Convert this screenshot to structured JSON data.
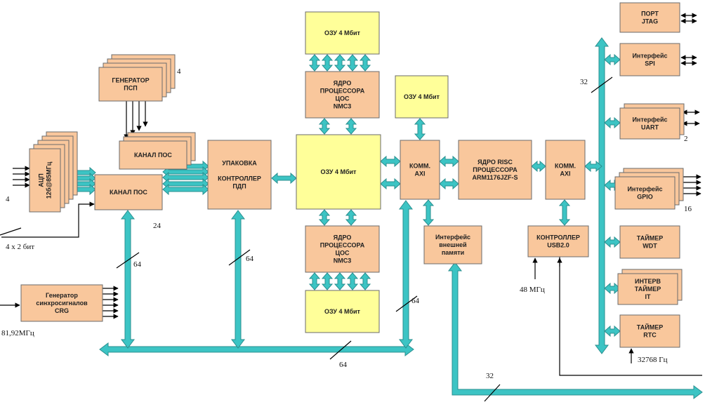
{
  "colors": {
    "block_fill": "#f9c79c",
    "memory_fill": "#ffff99",
    "bus_fill": "#3cc4c4",
    "border": "#6b6b6b"
  },
  "blocks": {
    "gen_psp": [
      "ГЕНЕРАТОР",
      "ПСП"
    ],
    "adc": [
      "АЦП",
      "12б@85МГц"
    ],
    "channel_back": [
      "КАНАЛ ПОС"
    ],
    "channel": [
      "КАНАЛ ПОС"
    ],
    "packer": [
      "УПАКОВКА",
      "",
      "КОНТРОЛЛЕР",
      "ПДП"
    ],
    "ram_center": [
      "ОЗУ 4 Мбит"
    ],
    "ram_top": [
      "ОЗУ 4 Мбит"
    ],
    "ram_bottom": [
      "ОЗУ 4 Мбит"
    ],
    "ram_right": [
      "ОЗУ 4 Мбит"
    ],
    "dsp_top": [
      "ЯДРО",
      "ПРОЦЕССОРА",
      "ЦОС",
      "NMC3"
    ],
    "dsp_bottom": [
      "ЯДРО",
      "ПРОЦЕССОРА",
      "ЦОС",
      "NMC3"
    ],
    "axi_left": [
      "КОММ.",
      "AXI"
    ],
    "axi_right": [
      "КОММ.",
      "AXI"
    ],
    "risc": [
      "ЯДРО RISC",
      "ПРОЦЕССОРА",
      "ARM1176JZF-S"
    ],
    "ext_mem": [
      "Интерфейс",
      "внешней",
      "памяти"
    ],
    "usb": [
      "КОНТРОЛЛЕР",
      "USB2.0"
    ],
    "crg": [
      "Генератор",
      "синхросигналов",
      "CRG"
    ],
    "jtag": [
      "ПОРТ",
      "JTAG"
    ],
    "spi": [
      "Интерфейс",
      "SPI"
    ],
    "uart": [
      "Интерфейс",
      "UART"
    ],
    "gpio": [
      "Интерфейс",
      "GPIO"
    ],
    "wdt": [
      "ТАЙМЕР",
      "WDT"
    ],
    "it": [
      "ИНТЕРВ",
      "ТАЙМЕР",
      "IT"
    ],
    "rtc": [
      "ТАЙМЕР",
      "RTC"
    ]
  },
  "labels": {
    "psp_count": "4",
    "adc_count": "4",
    "adc_bits": "4 х 2 бит",
    "channel_width": "24",
    "bus_left": "64",
    "bus_packer": "64",
    "bus_axi": "64",
    "bus_bottom": "64",
    "bus_ext": "32",
    "bus_right": "32",
    "uart_count": "2",
    "gpio_count": "16",
    "usb_clock": "48 МГц",
    "crg_clock": "81,92МГц",
    "rtc_clock": "32768 Гц"
  }
}
